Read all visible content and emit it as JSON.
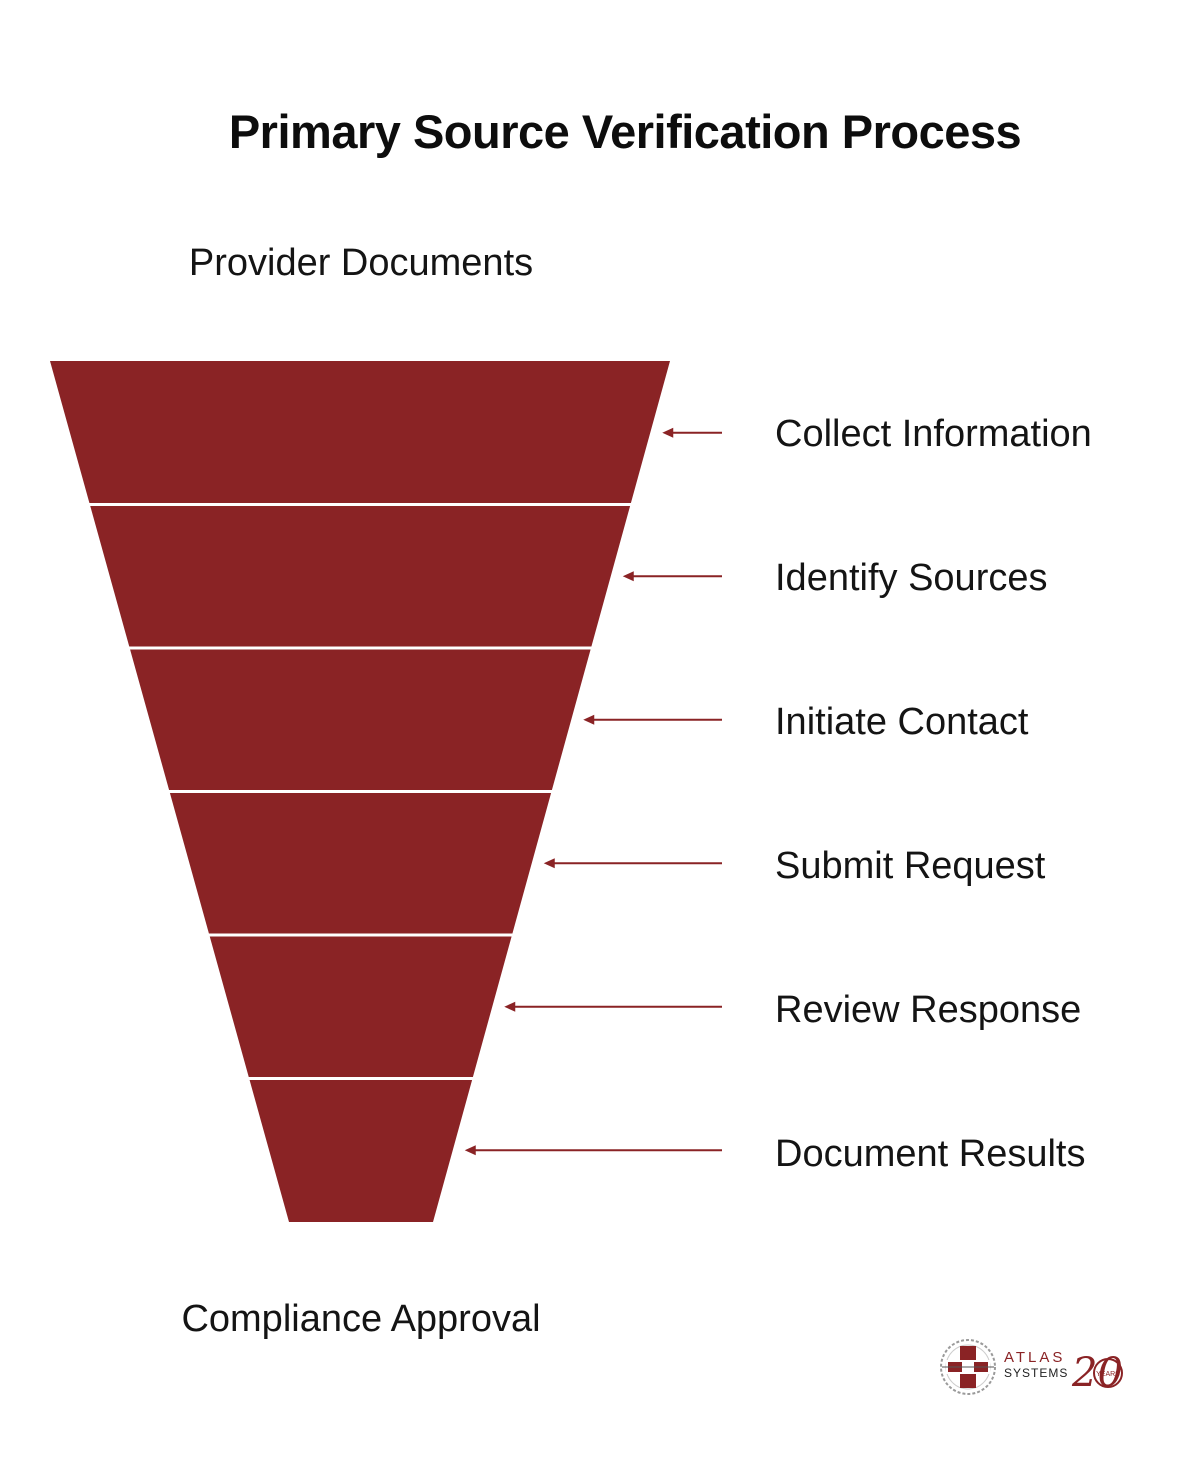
{
  "title": "Primary Source Verification Process",
  "top_label": "Provider Documents",
  "bottom_label": "Compliance Approval",
  "accent_color": "#8a2325",
  "steps": [
    {
      "label": "Collect Information"
    },
    {
      "label": "Identify Sources"
    },
    {
      "label": "Initiate Contact"
    },
    {
      "label": "Submit Request"
    },
    {
      "label": "Review Response"
    },
    {
      "label": "Document Results"
    }
  ],
  "logo": {
    "name": "ATLAS",
    "sub": "SYSTEMS",
    "years_number": "20",
    "years_word": "YEARS"
  }
}
